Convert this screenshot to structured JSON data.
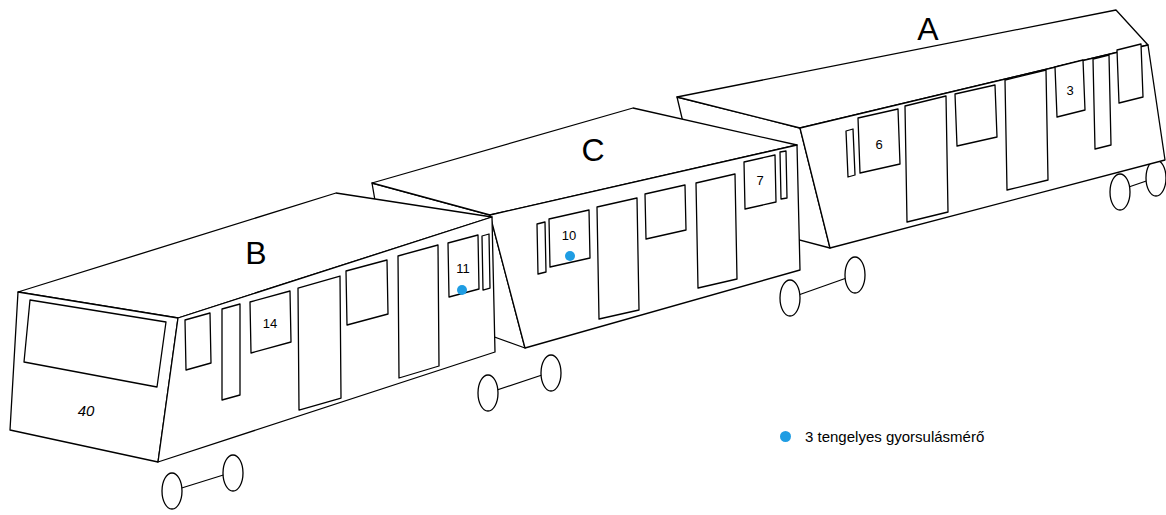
{
  "diagram": {
    "labels": [
      "A",
      "3",
      "6",
      "C",
      "7",
      "10",
      "B",
      "11",
      "14",
      "40"
    ],
    "legend": [
      {
        "text": "3 tengelyes gyorsulásmérő",
        "color": "#1f9de3"
      }
    ]
  }
}
